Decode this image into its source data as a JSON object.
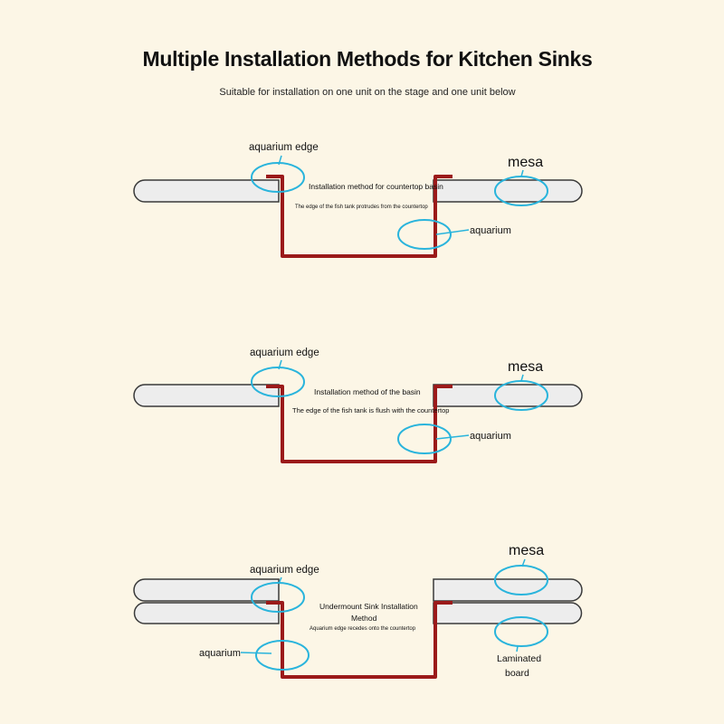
{
  "title": "Multiple Installation Methods for Kitchen Sinks",
  "subtitle": "Suitable for installation on one unit on the stage and one unit below",
  "colors": {
    "background": "#fcf6e6",
    "sink": "#9b1a1a",
    "callout": "#29b4dc",
    "countertop_fill": "#ededed",
    "countertop_stroke": "#3a3a3a"
  },
  "diagrams": [
    {
      "edge_label": "aquarium edge",
      "mesa_label": "mesa",
      "aquarium_label": "aquarium",
      "method_title": "Installation method for countertop basin",
      "method_desc": "The edge of the fish tank protrudes from the countertop"
    },
    {
      "edge_label": "aquarium edge",
      "mesa_label": "mesa",
      "aquarium_label": "aquarium",
      "method_title": "Installation method of the basin",
      "method_desc": "The edge of the fish tank is flush with the countertop"
    },
    {
      "edge_label": "aquarium edge",
      "mesa_label": "mesa",
      "aquarium_label": "aquarium",
      "method_title_line1": "Undermount Sink Installation",
      "method_title_line2": "Method",
      "method_desc": "Aquarium edge recedes onto the countertop",
      "board_label_line1": "Laminated",
      "board_label_line2": "board"
    }
  ]
}
